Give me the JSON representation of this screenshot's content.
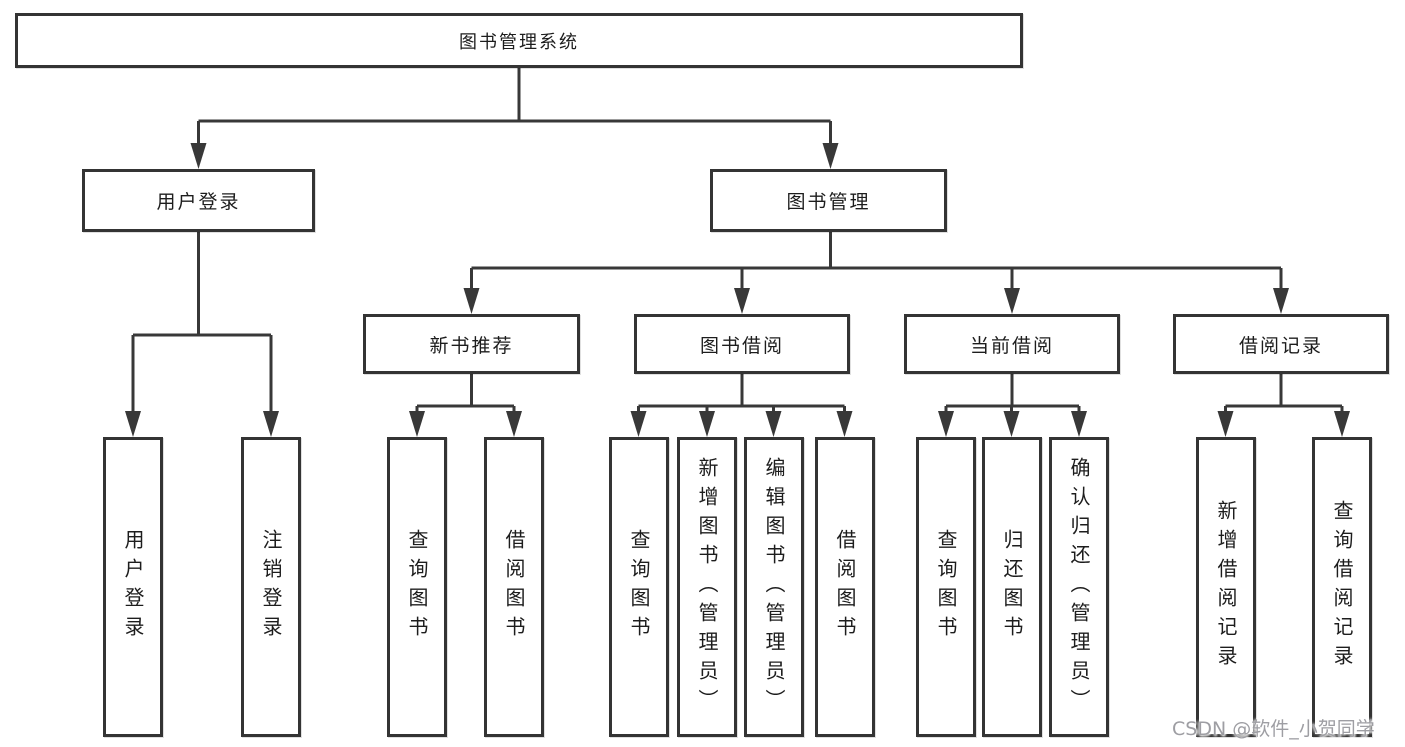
{
  "diagram_type": "hierarchy-tree",
  "colors": {
    "background": "#ffffff",
    "box_border": "#343434",
    "connector_line": "#383838",
    "text": "#1d1d1d",
    "watermark_text": "#9e9ea3"
  },
  "tree": {
    "root": {
      "label": "图书管理系统"
    },
    "children": [
      {
        "label": "用户登录",
        "children": [
          {
            "label": "用户登录"
          },
          {
            "label": "注销登录"
          }
        ]
      },
      {
        "label": "图书管理",
        "children": [
          {
            "label": "新书推荐",
            "children": [
              {
                "label": "查询图书"
              },
              {
                "label": "借阅图书"
              }
            ]
          },
          {
            "label": "图书借阅",
            "children": [
              {
                "label": "查询图书"
              },
              {
                "label": "新增图书（管理员）"
              },
              {
                "label": "编辑图书（管理员）"
              },
              {
                "label": "借阅图书"
              }
            ]
          },
          {
            "label": "当前借阅",
            "children": [
              {
                "label": "查询图书"
              },
              {
                "label": "归还图书"
              },
              {
                "label": "确认归还（管理员）"
              }
            ]
          },
          {
            "label": "借阅记录",
            "children": [
              {
                "label": "新增借阅记录"
              },
              {
                "label": "查询借阅记录"
              }
            ]
          }
        ]
      }
    ]
  },
  "watermark": {
    "text": "CSDN @软件_小贺同学"
  }
}
